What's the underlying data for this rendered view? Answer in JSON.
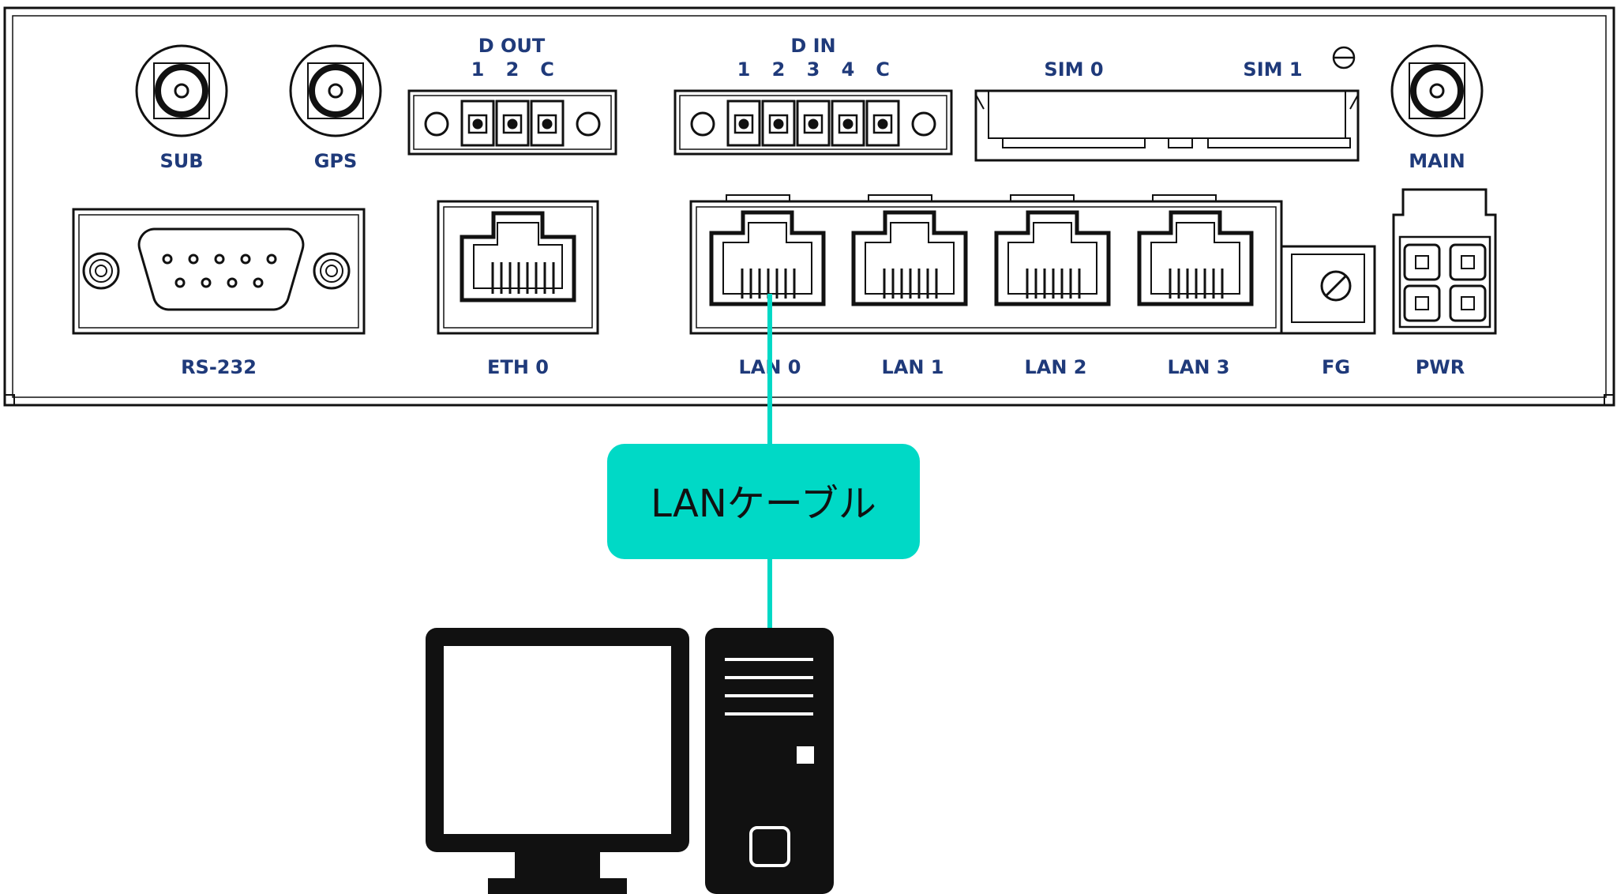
{
  "colors": {
    "label": "#1f3a7a",
    "outline": "#111111",
    "accent": "#00d9c6"
  },
  "antennas": {
    "sub": "SUB",
    "gps": "GPS",
    "main": "MAIN"
  },
  "dout": {
    "title": "D OUT",
    "pins": [
      "1",
      "2",
      "C"
    ]
  },
  "din": {
    "title": "D IN",
    "pins": [
      "1",
      "2",
      "3",
      "4",
      "C"
    ]
  },
  "sim": {
    "slot0": "SIM 0",
    "slot1": "SIM 1"
  },
  "ports": {
    "rs232": "RS-232",
    "eth0": "ETH 0",
    "lan": [
      "LAN 0",
      "LAN 1",
      "LAN 2",
      "LAN 3"
    ],
    "fg": "FG",
    "pwr": "PWR"
  },
  "callout": {
    "label": "LANケーブル",
    "icon": "computer-icon"
  }
}
